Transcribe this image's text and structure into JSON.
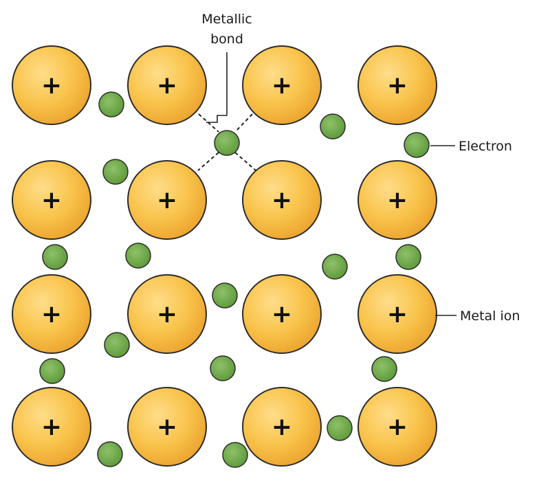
{
  "labels": {
    "metallic_bond_line1": "Metallic",
    "metallic_bond_line2": "bond",
    "electron": "Electron",
    "metal_ion": "Metal ion"
  },
  "ion": {
    "symbol": "+",
    "fill_center": "#ffdd8a",
    "fill_mid": "#f9c44c",
    "fill_edge": "#eba32e",
    "stroke": "#2b2b2b"
  },
  "electron": {
    "fill_center": "#8ec16a",
    "fill_edge": "#5e9a3a",
    "stroke": "#2b2b2b"
  },
  "lattice": {
    "rows": 4,
    "cols": 4
  }
}
